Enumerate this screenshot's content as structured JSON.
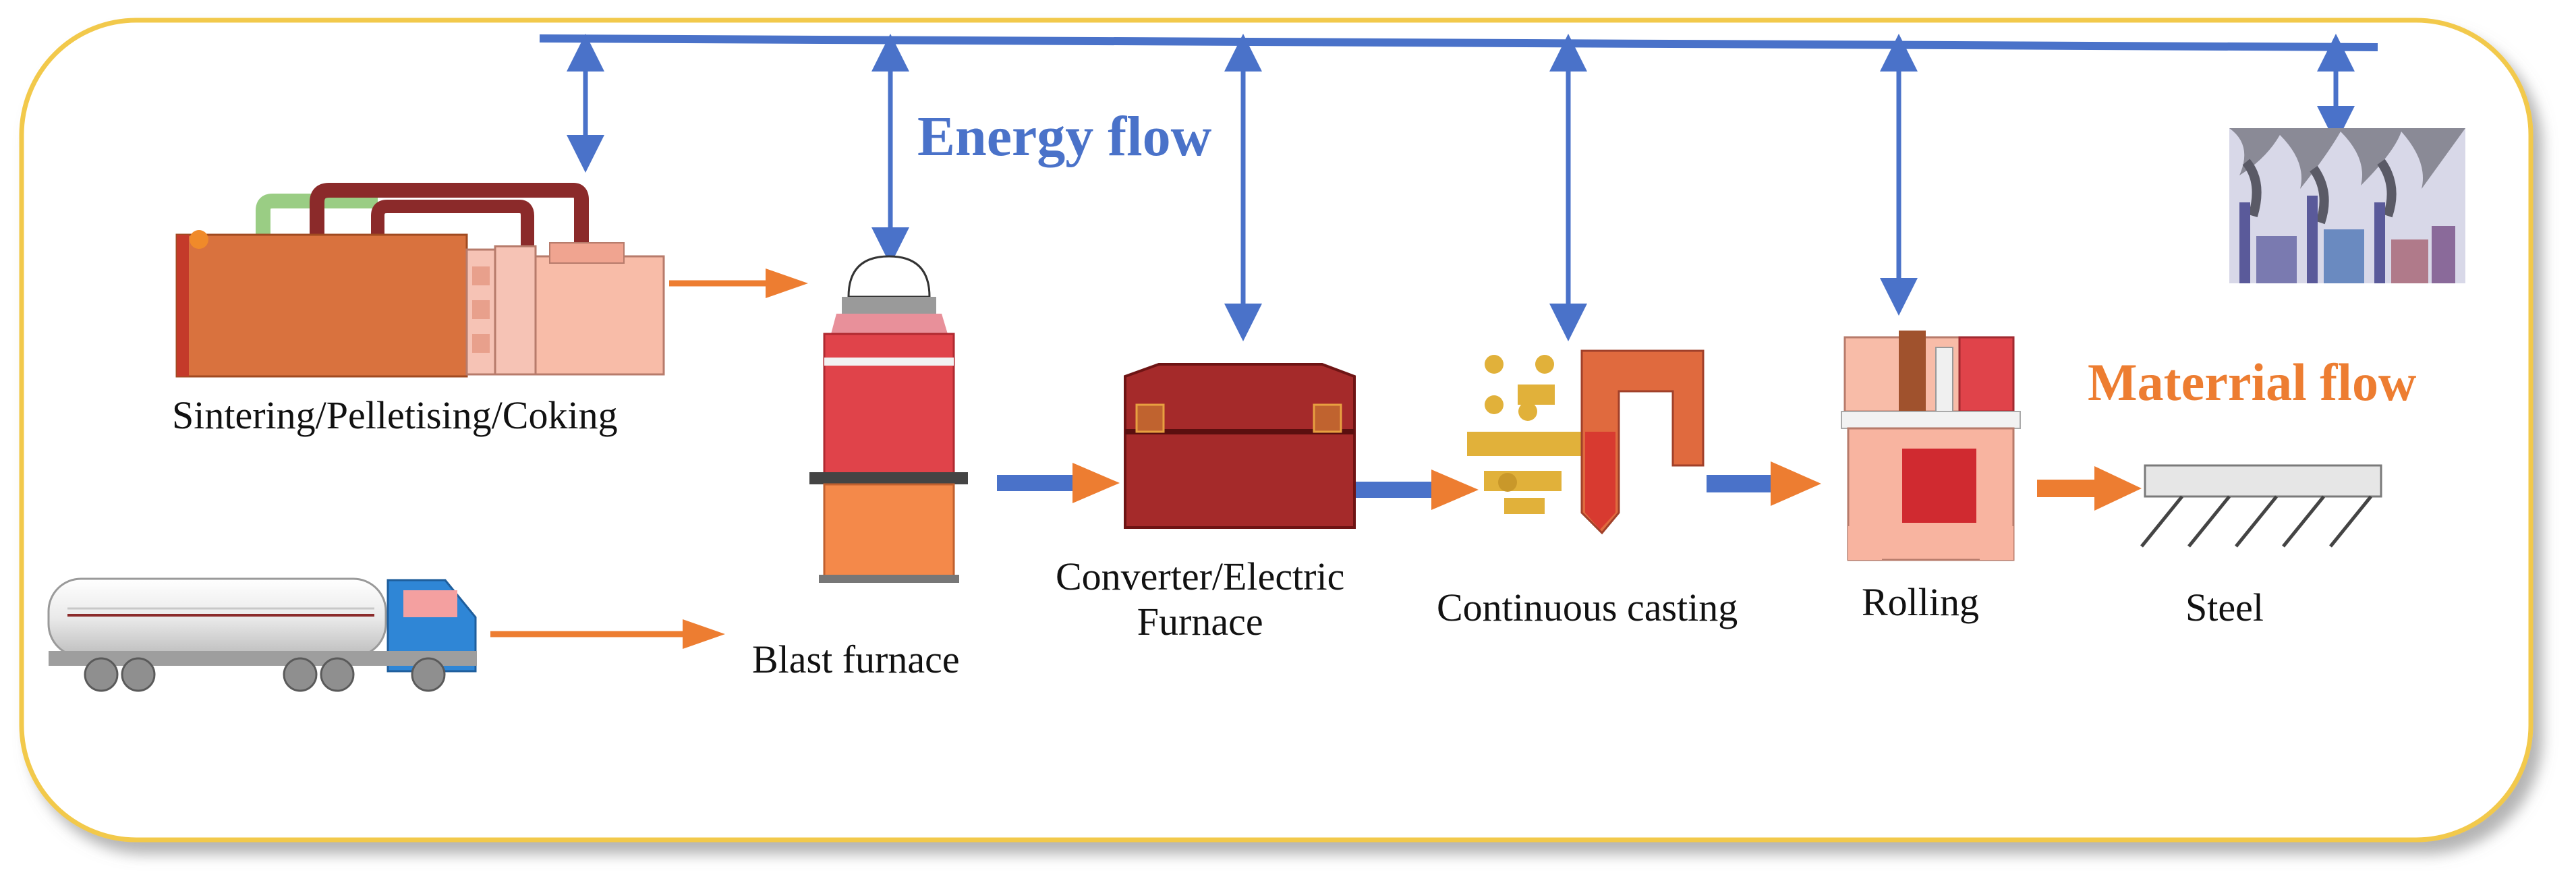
{
  "flows": {
    "energy_label": "Energy flow",
    "material_label": "Materrial flow"
  },
  "stages": {
    "sintering": "Sintering/Pelletising/Coking",
    "blast_furnace": "Blast furnace",
    "converter_line1": "Converter/Electric",
    "converter_line2": "Furnace",
    "casting": "Continuous casting",
    "rolling": "Rolling",
    "steel": "Steel"
  },
  "colors": {
    "energy_arrow": "#4a72c9",
    "material_arrow": "#ed7d31",
    "frame_border": "#f2c94c"
  }
}
